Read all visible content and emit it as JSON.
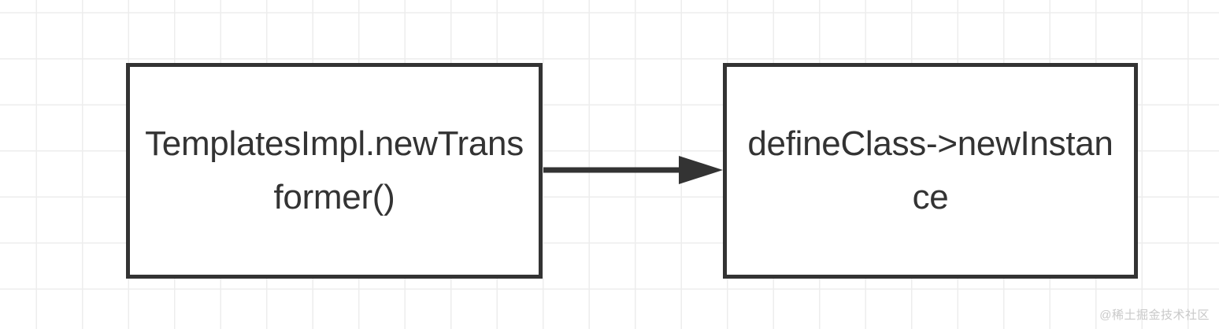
{
  "diagram": {
    "type": "flowchart",
    "background": "#ffffff",
    "grid_color": "#ededed",
    "node_border_color": "#333333",
    "node_fill_color": "#ffffff",
    "text_color": "#333333",
    "edge_color": "#333333",
    "nodes": [
      {
        "id": "source",
        "label": "TemplatesImpl.newTransformer()",
        "shape": "rectangle"
      },
      {
        "id": "target",
        "label": "defineClass->newInstance",
        "shape": "rectangle"
      }
    ],
    "edges": [
      {
        "id": "source-to-target",
        "from": "source",
        "to": "target",
        "label": "",
        "arrowhead": "solid-triangle",
        "style": "straight"
      }
    ]
  },
  "watermark": {
    "text": "@稀土掘金技术社区",
    "color": "#c9c9c9"
  }
}
